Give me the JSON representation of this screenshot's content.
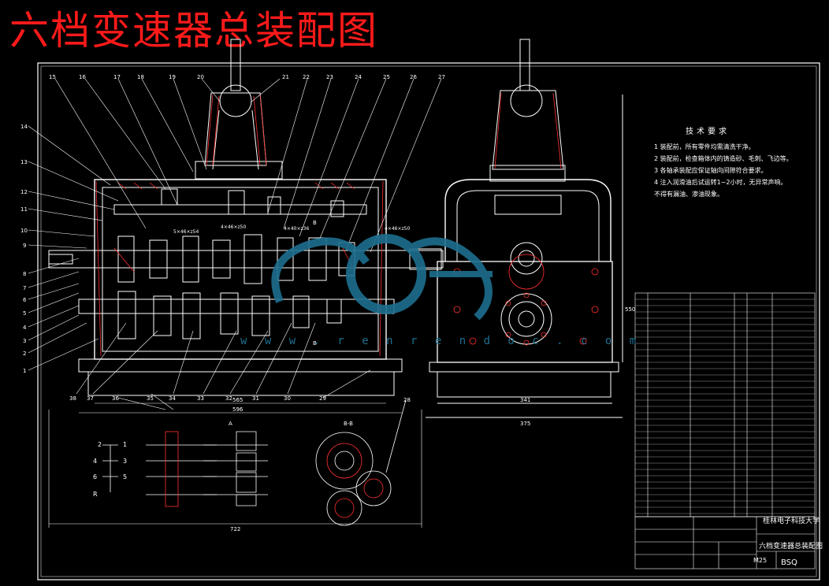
{
  "title": "六档变速器总装配图",
  "tech_requirements": {
    "heading": "技术要求",
    "lines": [
      "1 装配前，所有零件均需清洗干净。",
      "2 装配前，检查箱体内的铸造砂、毛刺、飞边等。",
      "3 各轴承装配应保证轴向间隙符合要求。",
      "4 注入润滑油后试运转1~2小时，无异常声响。",
      "   不得有漏油、渗油现象。"
    ]
  },
  "title_block": {
    "school": "桂林电子科技大学",
    "drawing_title": "六档变速器总装配图",
    "scale": "M25",
    "code": "BSQ"
  },
  "watermark": {
    "text": "w w w . r e n r e n d o c . c o m"
  },
  "colors": {
    "title": "#ff1a1a",
    "line": "#ffffff",
    "hatch": "#ff3030",
    "callout": "#ffffff",
    "watermark": "#1d6f8f",
    "accent": "#ffff00"
  },
  "callouts_top": [
    "15",
    "16",
    "17",
    "18",
    "19",
    "20",
    "21",
    "22",
    "23",
    "24",
    "25",
    "26",
    "27"
  ],
  "callouts_left": [
    "14",
    "13",
    "12",
    "11",
    "10",
    "9",
    "8",
    "7",
    "6",
    "5",
    "4",
    "3",
    "2",
    "1"
  ],
  "callouts_bottom": [
    "38",
    "37",
    "36",
    "35",
    "34",
    "33",
    "32",
    "31",
    "30",
    "29"
  ],
  "dimensions": {
    "d565": "565",
    "d596": "596",
    "d722": "722",
    "d341": "341",
    "d375": "375",
    "d550": "550"
  },
  "section_labels": {
    "a": "A",
    "bb": "B-B",
    "b_top": "B",
    "b_bot": "B"
  },
  "shift_labels": [
    "2",
    "1",
    "4",
    "3",
    "6",
    "5",
    "R"
  ],
  "gear_labels": [
    "5×46×z54",
    "4×46×z50",
    "4×40×z36",
    "4×46×z50"
  ]
}
